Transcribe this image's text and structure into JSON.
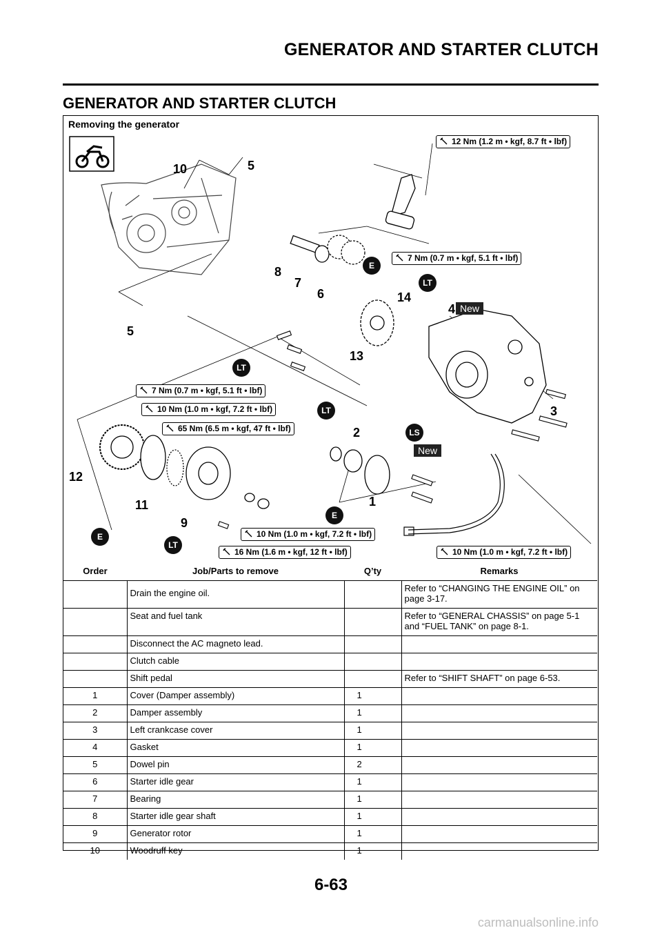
{
  "header": {
    "title": "GENERATOR AND STARTER CLUTCH"
  },
  "section": {
    "title": "GENERATOR AND STARTER CLUTCH"
  },
  "diagram": {
    "caption": "Removing the generator",
    "torques": [
      "12 Nm (1.2 m • kgf, 8.7 ft • lbf)",
      "7 Nm (0.7 m • kgf, 5.1 ft • lbf)",
      "7 Nm (0.7 m • kgf, 5.1 ft • lbf)",
      "10 Nm (1.0 m • kgf, 7.2 ft • lbf)",
      "65 Nm (6.5 m • kgf, 47 ft • lbf)",
      "10 Nm (1.0 m • kgf, 7.2 ft • lbf)",
      "16 Nm (1.6 m • kgf, 12 ft • lbf)",
      "10 Nm (1.0 m • kgf, 7.2 ft • lbf)"
    ],
    "callouts": [
      "10",
      "5",
      "8",
      "7",
      "6",
      "14",
      "4",
      "5",
      "13",
      "3",
      "2",
      "12",
      "11",
      "1",
      "9"
    ],
    "new_label": "New",
    "lube_marks": [
      "E",
      "LT",
      "LT",
      "LT",
      "LS",
      "E",
      "E",
      "LT"
    ]
  },
  "table": {
    "headers": [
      "Order",
      "Job/Parts to remove",
      "Q’ty",
      "Remarks"
    ],
    "rows": [
      [
        "",
        "Drain the engine oil.",
        "",
        "Refer to “CHANGING THE ENGINE OIL” on page 3-17."
      ],
      [
        "",
        "Seat and fuel tank",
        "",
        "Refer to “GENERAL CHASSIS” on page 5-1 and “FUEL TANK” on page 8-1."
      ],
      [
        "",
        "Disconnect the AC magneto lead.",
        "",
        ""
      ],
      [
        "",
        "Clutch cable",
        "",
        ""
      ],
      [
        "",
        "Shift pedal",
        "",
        "Refer to “SHIFT SHAFT” on page 6-53."
      ],
      [
        "1",
        "Cover (Damper assembly)",
        "1",
        ""
      ],
      [
        "2",
        "Damper assembly",
        "1",
        ""
      ],
      [
        "3",
        "Left crankcase cover",
        "1",
        ""
      ],
      [
        "4",
        "Gasket",
        "1",
        ""
      ],
      [
        "5",
        "Dowel pin",
        "2",
        ""
      ],
      [
        "6",
        "Starter idle gear",
        "1",
        ""
      ],
      [
        "7",
        "Bearing",
        "1",
        ""
      ],
      [
        "8",
        "Starter idle gear shaft",
        "1",
        ""
      ],
      [
        "9",
        "Generator rotor",
        "1",
        ""
      ],
      [
        "10",
        "Woodruff key",
        "1",
        ""
      ]
    ]
  },
  "footer": {
    "page_number": "6-63",
    "watermark": "carmanualsonline.info"
  }
}
